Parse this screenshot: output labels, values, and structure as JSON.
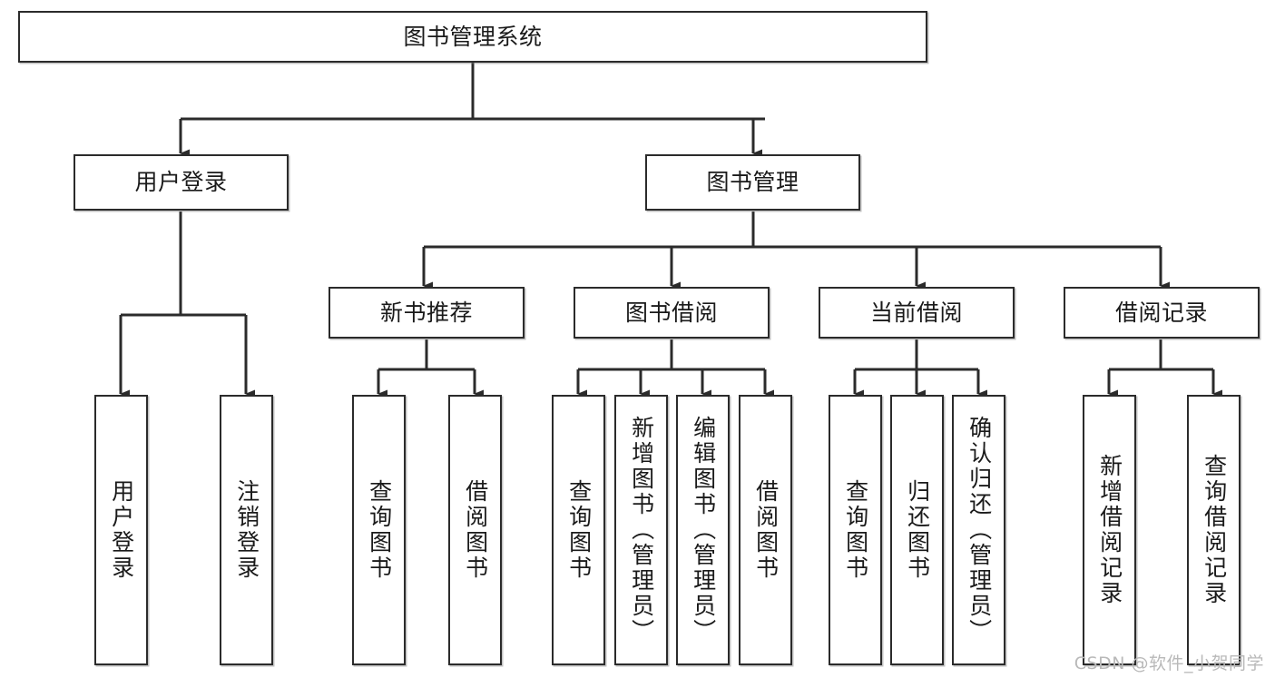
{
  "diagram": {
    "title": "图书管理系统",
    "type": "tree-hierarchy",
    "watermark": "CSDN @软件_小贺同学",
    "colors": {
      "box_border": "#2b2b2b",
      "box_fill": "#ffffff",
      "edge": "#2b2b2b",
      "text": "#1a1a1a",
      "watermark": "#b9b9b9",
      "background": "#ffffff"
    },
    "root": {
      "id": "root",
      "label": "图书管理系统",
      "orientation": "horizontal"
    },
    "level2": [
      {
        "id": "user-login",
        "label": "用户登录",
        "orientation": "horizontal"
      },
      {
        "id": "book-manage",
        "label": "图书管理",
        "orientation": "horizontal"
      }
    ],
    "level3": [
      {
        "id": "new-book-recommend",
        "label": "新书推荐",
        "parent": "book-manage",
        "orientation": "horizontal"
      },
      {
        "id": "book-borrow",
        "label": "图书借阅",
        "parent": "book-manage",
        "orientation": "horizontal"
      },
      {
        "id": "current-borrow",
        "label": "当前借阅",
        "parent": "book-manage",
        "orientation": "horizontal"
      },
      {
        "id": "borrow-record",
        "label": "借阅记录",
        "parent": "book-manage",
        "orientation": "horizontal"
      }
    ],
    "leaves": [
      {
        "id": "leaf-user-login",
        "label": "用户登录",
        "parent": "user-login",
        "orientation": "vertical"
      },
      {
        "id": "leaf-user-logout",
        "label": "注销登录",
        "parent": "user-login",
        "orientation": "vertical"
      },
      {
        "id": "leaf-query-book-1",
        "label": "查询图书",
        "parent": "new-book-recommend",
        "orientation": "vertical"
      },
      {
        "id": "leaf-borrow-book-1",
        "label": "借阅图书",
        "parent": "new-book-recommend",
        "orientation": "vertical"
      },
      {
        "id": "leaf-query-book-2",
        "label": "查询图书",
        "parent": "book-borrow",
        "orientation": "vertical"
      },
      {
        "id": "leaf-add-book",
        "label": "新增图书（管理员）",
        "parent": "book-borrow",
        "orientation": "vertical"
      },
      {
        "id": "leaf-edit-book",
        "label": "编辑图书（管理员）",
        "parent": "book-borrow",
        "orientation": "vertical"
      },
      {
        "id": "leaf-borrow-book-2",
        "label": "借阅图书",
        "parent": "book-borrow",
        "orientation": "vertical"
      },
      {
        "id": "leaf-query-book-3",
        "label": "查询图书",
        "parent": "current-borrow",
        "orientation": "vertical"
      },
      {
        "id": "leaf-return-book",
        "label": "归还图书",
        "parent": "current-borrow",
        "orientation": "vertical"
      },
      {
        "id": "leaf-confirm-return",
        "label": "确认归还（管理员）",
        "parent": "current-borrow",
        "orientation": "vertical"
      },
      {
        "id": "leaf-add-record",
        "label": "新增借阅记录",
        "parent": "borrow-record",
        "orientation": "vertical"
      },
      {
        "id": "leaf-query-record",
        "label": "查询借阅记录",
        "parent": "borrow-record",
        "orientation": "vertical"
      }
    ]
  }
}
